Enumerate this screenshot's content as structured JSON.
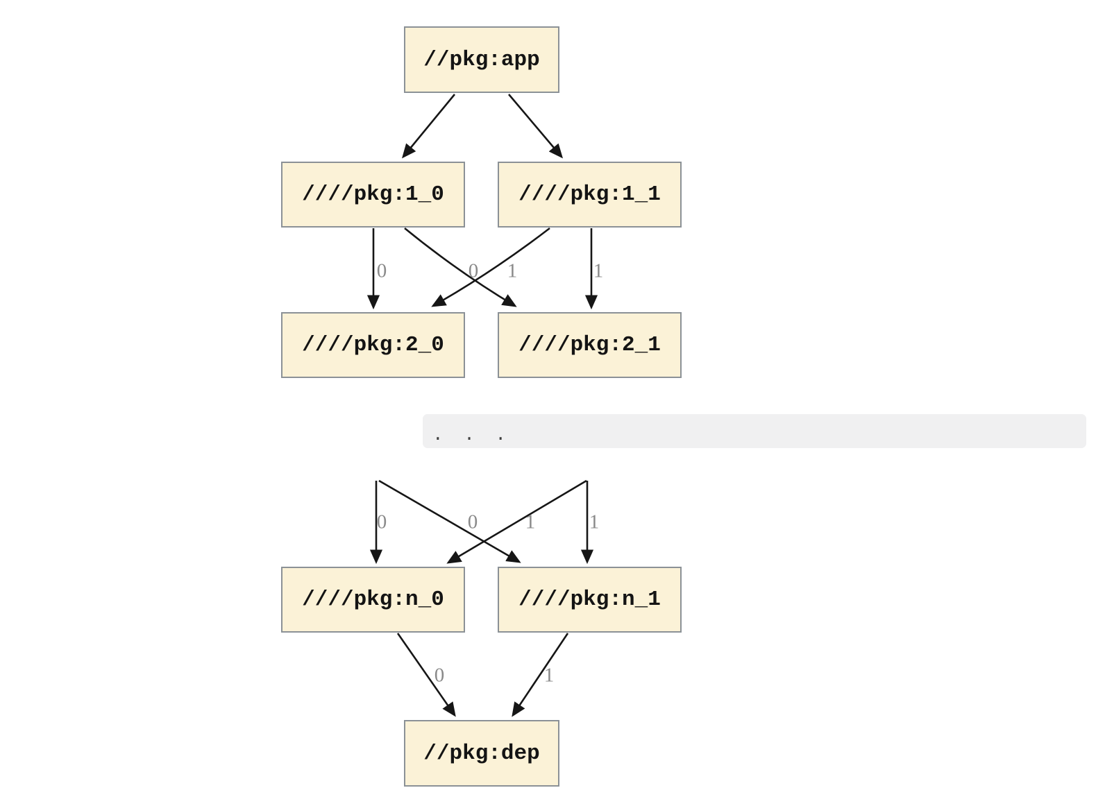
{
  "diagram": {
    "type": "package-dependency-graph",
    "colors": {
      "background": "#ffffff",
      "node_fill": "#fbf2d7",
      "node_border": "#8b9196",
      "edge": "#161616",
      "edge_label": "#8a8a8a",
      "separator_bar": "#f0f0f1"
    },
    "nodes": {
      "app": {
        "label": "//pkg:app"
      },
      "v1_0": {
        "label": "////pkg:1_0"
      },
      "v1_1": {
        "label": "////pkg:1_1"
      },
      "v2_0": {
        "label": "////pkg:2_0"
      },
      "v2_1": {
        "label": "////pkg:2_1"
      },
      "n_0": {
        "label": "////pkg:n_0"
      },
      "n_1": {
        "label": "////pkg:n_1"
      },
      "dep": {
        "label": "//pkg:dep"
      }
    },
    "ellipsis": ". . .",
    "edges": [
      {
        "from": "//pkg:app",
        "to": "////pkg:1_0",
        "label": ""
      },
      {
        "from": "//pkg:app",
        "to": "////pkg:1_1",
        "label": ""
      },
      {
        "from": "////pkg:1_0",
        "to": "////pkg:2_0",
        "label": "0"
      },
      {
        "from": "////pkg:1_1",
        "to": "////pkg:2_0",
        "label": "0"
      },
      {
        "from": "////pkg:1_0",
        "to": "////pkg:2_1",
        "label": "1"
      },
      {
        "from": "////pkg:1_1",
        "to": "////pkg:2_1",
        "label": "1"
      },
      {
        "from": "…",
        "to": "////pkg:n_0",
        "label": "0"
      },
      {
        "from": "…",
        "to": "////pkg:n_0",
        "label": "0"
      },
      {
        "from": "…",
        "to": "////pkg:n_1",
        "label": "1"
      },
      {
        "from": "…",
        "to": "////pkg:n_1",
        "label": "1"
      },
      {
        "from": "////pkg:n_0",
        "to": "//pkg:dep",
        "label": "0"
      },
      {
        "from": "////pkg:n_1",
        "to": "//pkg:dep",
        "label": "1"
      }
    ]
  }
}
